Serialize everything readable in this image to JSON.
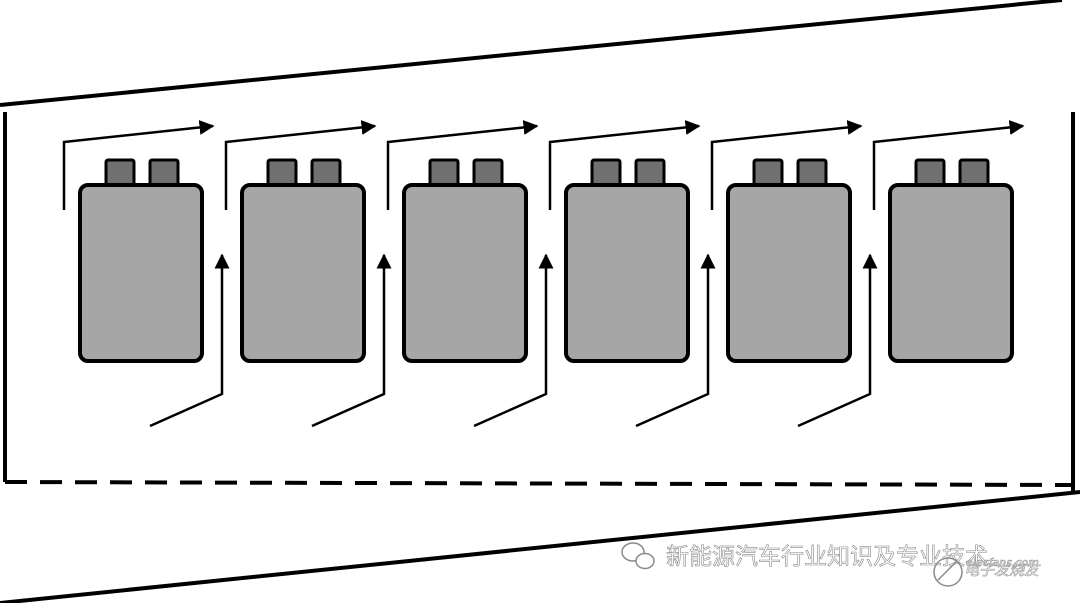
{
  "diagram": {
    "cell_count": 6,
    "colors": {
      "cell_body": "#a6a6a6",
      "cell_terminal": "#707070",
      "line": "#000000",
      "watermark_outline": "#8a8a8a"
    }
  },
  "watermark": {
    "account_name": "新能源汽车行业知识及专业技术",
    "site_logo_text": "电子发烧友",
    "site_url": "elecfans.com"
  }
}
